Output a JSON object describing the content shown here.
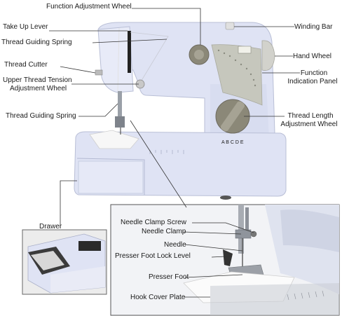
{
  "labels": {
    "function_adjustment_wheel": "Function Adjustment Wheel",
    "take_up_lever": "Take Up Lever",
    "thread_guiding_spring_top": "Thread Guiding Spring",
    "thread_cutter": "Thread Cutter",
    "upper_thread_tension_1": "Upper Thread Tension",
    "upper_thread_tension_2": "Adjustment Wheel",
    "thread_guiding_spring_bottom": "Thread Guiding Spring",
    "winding_bar": "Winding Bar",
    "hand_wheel": "Hand Wheel",
    "function_indication_1": "Function",
    "function_indication_2": "Indication Panel",
    "thread_length_1": "Thread Length",
    "thread_length_2": "Adjustment Wheel",
    "drawer": "Drawer",
    "needle_clamp_screw": "Needle Clamp Screw",
    "needle_clamp": "Needle Clamp",
    "needle": "Needle",
    "presser_foot_lock_level": "Presser Foot Lock Level",
    "presser_foot": "Presser Foot",
    "hook_cover_plate": "Hook Cover Plate"
  },
  "machine_text": {
    "pattern_letters": "A B C D E"
  },
  "colors": {
    "machine_body": "#dfe3f4",
    "machine_shadow": "#c4c9e0",
    "dial": "#8b8878",
    "leader_line": "#333333"
  }
}
